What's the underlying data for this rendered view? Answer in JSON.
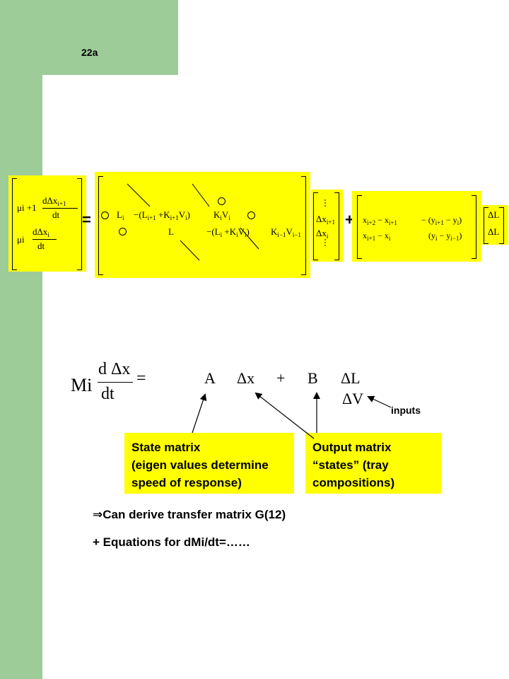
{
  "slide": {
    "number": "22a"
  },
  "matrix_eq": {
    "lhs": {
      "row1_coef": "μi +1",
      "row1_num": "dΔx",
      "row1_sub": "i+1",
      "row1_den": "dt",
      "row2_coef": "μi",
      "row2_num": "dΔx",
      "row2_sub": "i",
      "row2_den": "dt"
    },
    "equals": "=",
    "a_matrix": {
      "row1_L": "L",
      "row1_L_sub": "i",
      "row1_minus": "−(L",
      "row1_Lsub": "i+1",
      "row1_plus": " +K",
      "row1_Ksub": "i+1",
      "row1_V": "V",
      "row1_Vsub": "i",
      "row1_close": ")",
      "row1_KV": "K",
      "row1_KVsub1": "i",
      "row1_KV2": "V",
      "row1_KVsub2": "i",
      "row2_L": "L",
      "row2_minus": "−(L",
      "row2_Lsub": "i",
      "row2_plus": " +K",
      "row2_Ksub": "i",
      "row2_V": "V",
      "row2_Vsub": "i",
      "row2_close": ")",
      "row2_K": "K",
      "row2_Ksub2": "i−1",
      "row2_V2": "V",
      "row2_Vsub2": "i−1",
      "zero": "0"
    },
    "x_vector": {
      "row1": "Δx",
      "row1_sub": "i+1",
      "row2": "Δx",
      "row2_sub": "i"
    },
    "plus": "+",
    "b_matrix": {
      "r1c1_a": "x",
      "r1c1_a_sub": "i+2",
      "r1c1_minus": " − x",
      "r1c1_b_sub": "i+1",
      "r1c2_pre": "− (y",
      "r1c2_a_sub": "i+1",
      "r1c2_minus": " − y",
      "r1c2_b_sub": "i",
      "r1c2_close": ")",
      "r2c1_a": "x",
      "r2c1_a_sub": "i+1",
      "r2c1_minus": " − x",
      "r2c1_b_sub": "i",
      "r2c2_pre": "(y",
      "r2c2_a_sub": "i",
      "r2c2_minus": " − y",
      "r2c2_b_sub": "i−1",
      "r2c2_close": ")"
    },
    "u_vector": {
      "row1": "ΔL",
      "row2": "ΔL"
    }
  },
  "state_eq": {
    "mi": "Mi",
    "num": "d Δx",
    "den": "dt",
    "equals": "=",
    "A": "A",
    "dx": "Δx",
    "plus": "+",
    "B": "B",
    "dL": "ΔL",
    "dV": "ΔV",
    "inputs_label": "inputs"
  },
  "state_matrix_box": {
    "line1": "State matrix",
    "line2": "(eigen values determine",
    "line3": "speed of response)"
  },
  "output_matrix_box": {
    "line1": "Output matrix",
    "line2": "“states” (tray",
    "line3": "compositions)"
  },
  "notes": {
    "line1_symbol": "⇒",
    "line1_text": "Can derive transfer matrix G(12)",
    "line2_text": "+ Equations for dMi/dt=……"
  },
  "colors": {
    "green": "#9dcc99",
    "yellow": "#ffff00"
  }
}
